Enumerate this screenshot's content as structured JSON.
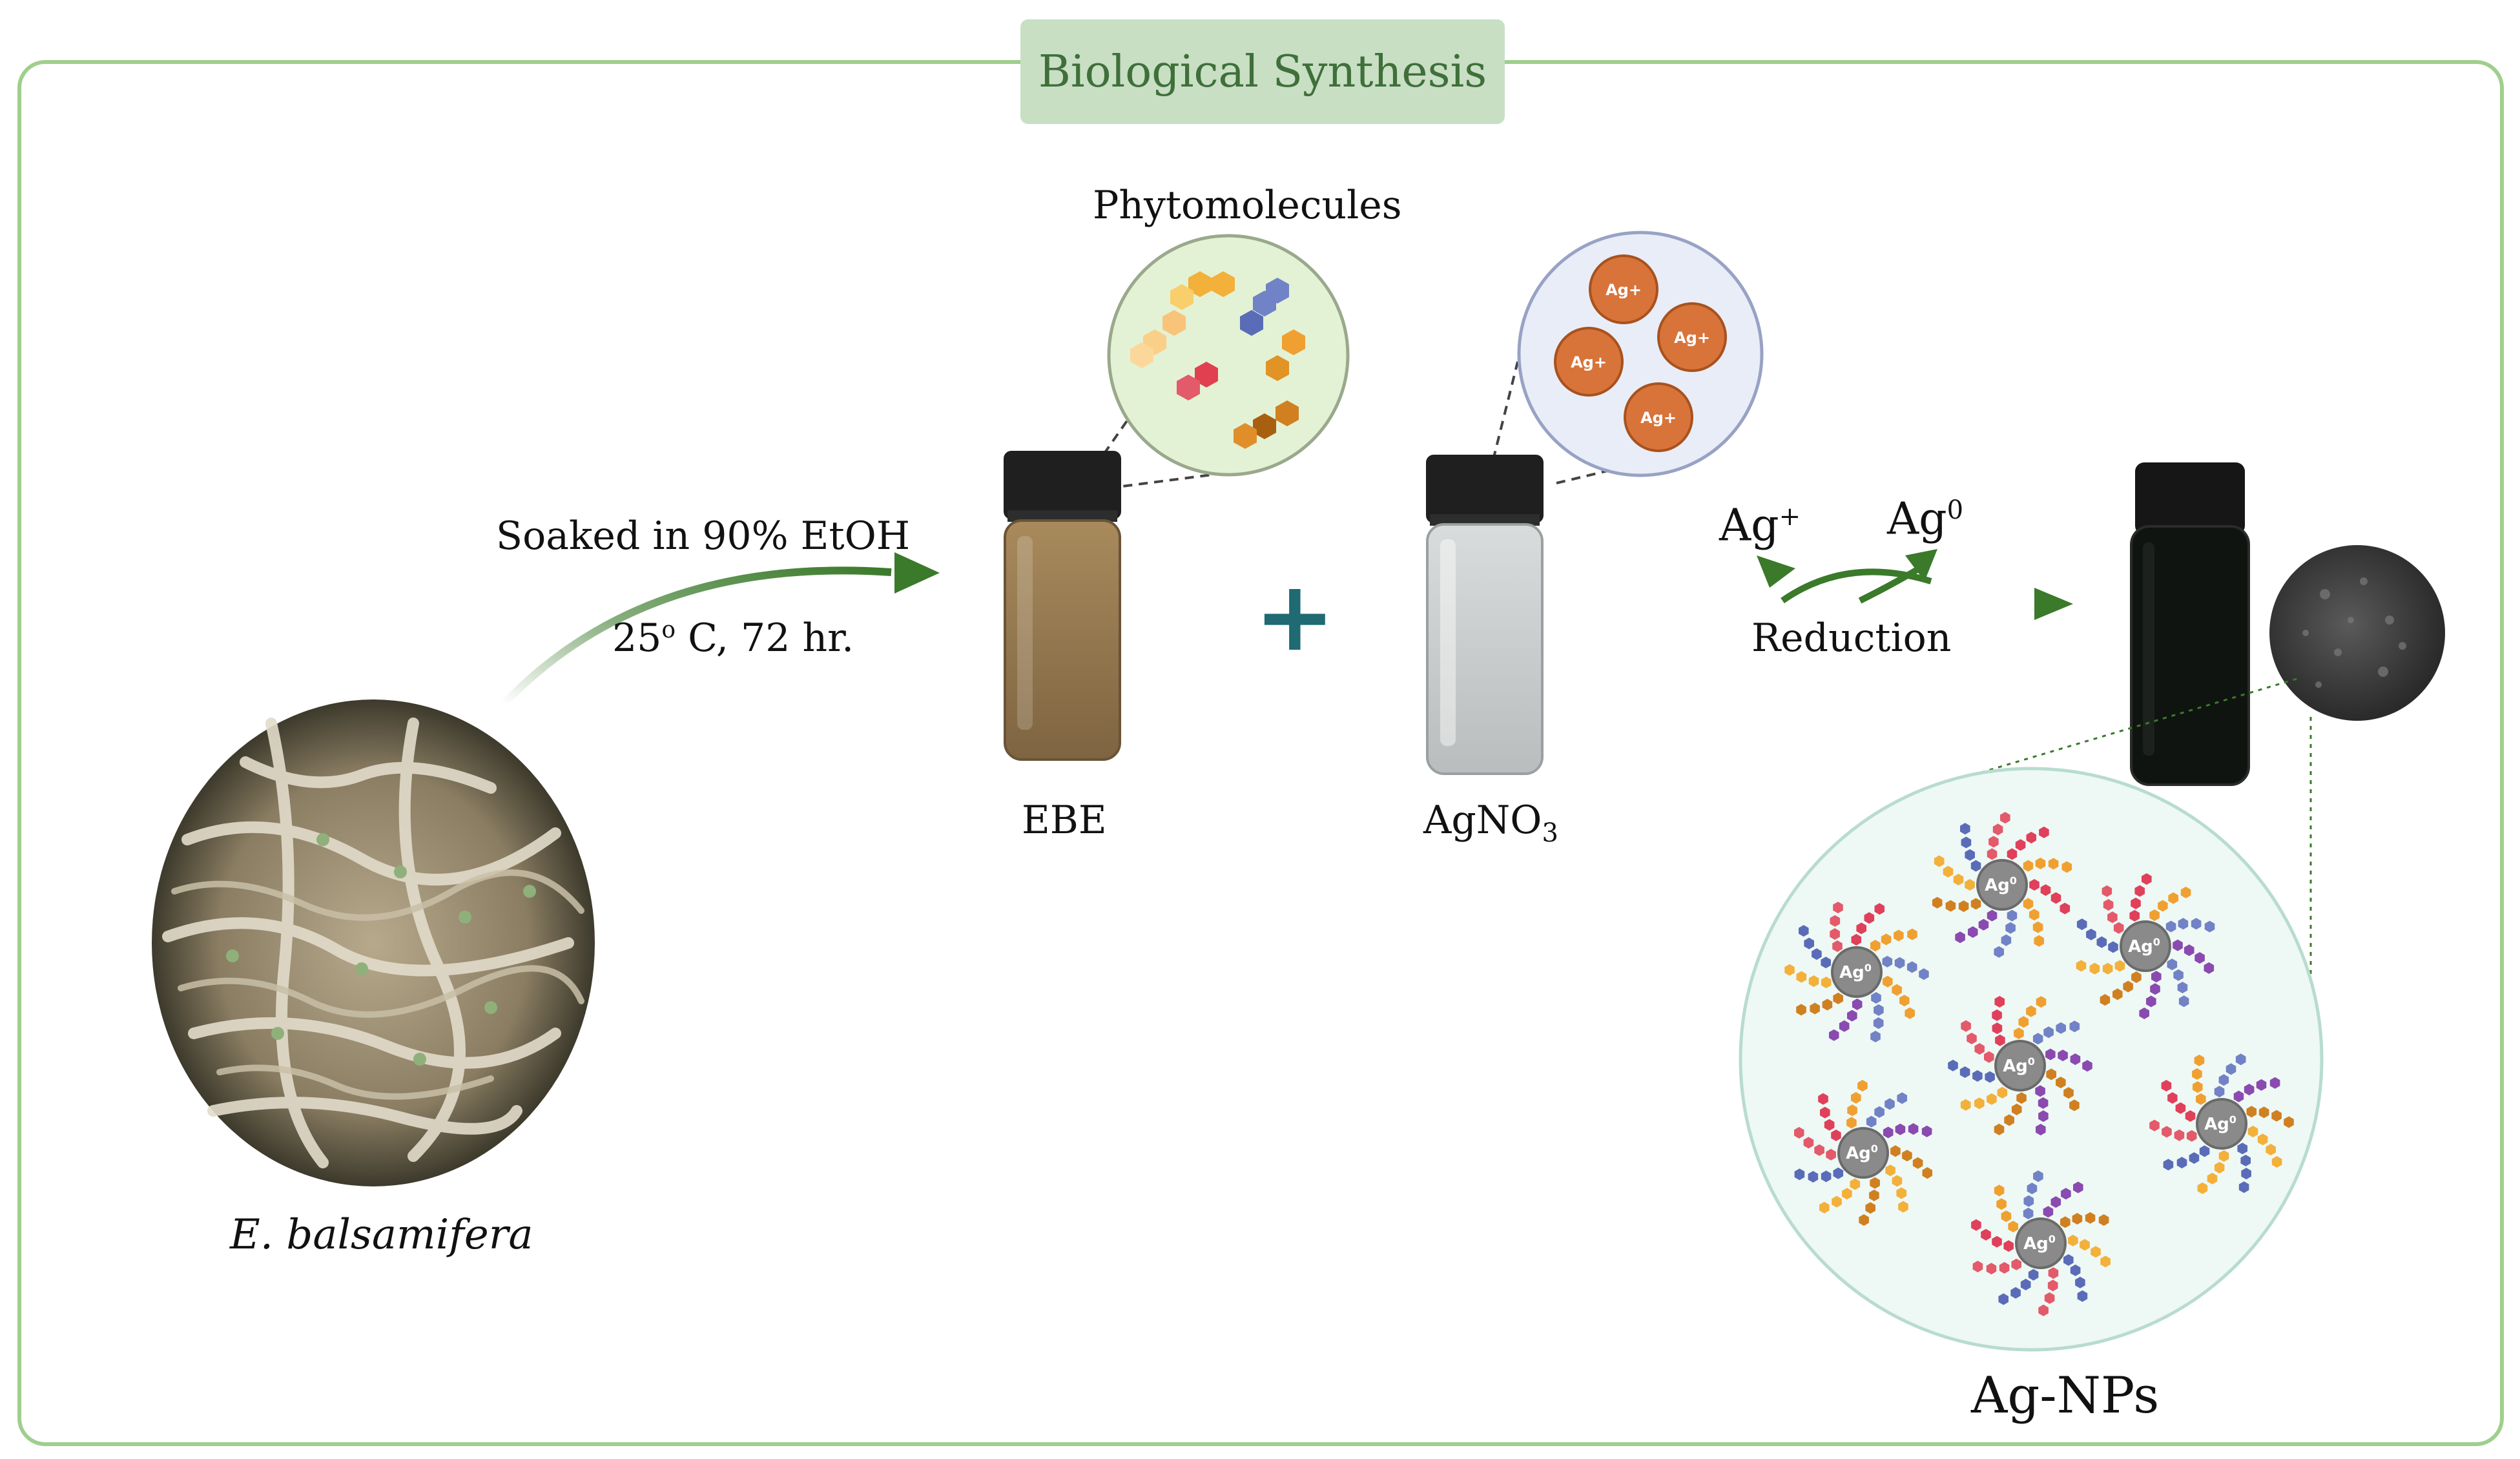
{
  "title": "Biological Synthesis",
  "labels": {
    "plant": "E. balsamifera",
    "step1_line1": "Soaked in 90% EtOH",
    "step1_line2_a": "25",
    "step1_line2_sup": "o",
    "step1_line2_b": " C, 72 hr.",
    "phytomolecules": "Phytomolecules",
    "ebe": "EBE",
    "agno3_a": "AgNO",
    "agno3_sub": "3",
    "plus": "+",
    "ag_plus_a": "Ag",
    "ag_plus_sup": "+",
    "ag_zero_a": "Ag",
    "ag_zero_sup": "0",
    "reduction": "Reduction",
    "product": "Ag-NPs"
  },
  "ion_label": "Ag+",
  "np_label_a": "Ag",
  "np_label_sup": "0",
  "colors": {
    "frame": "#9fcf8c",
    "title_bg": "#c8dfc4",
    "title_text": "#3f6f3a",
    "arrow_green": "#3a7a2a",
    "plus": "#1f6a73",
    "ion_fill": "#d8743a",
    "np_core": "#8a8a8a"
  }
}
